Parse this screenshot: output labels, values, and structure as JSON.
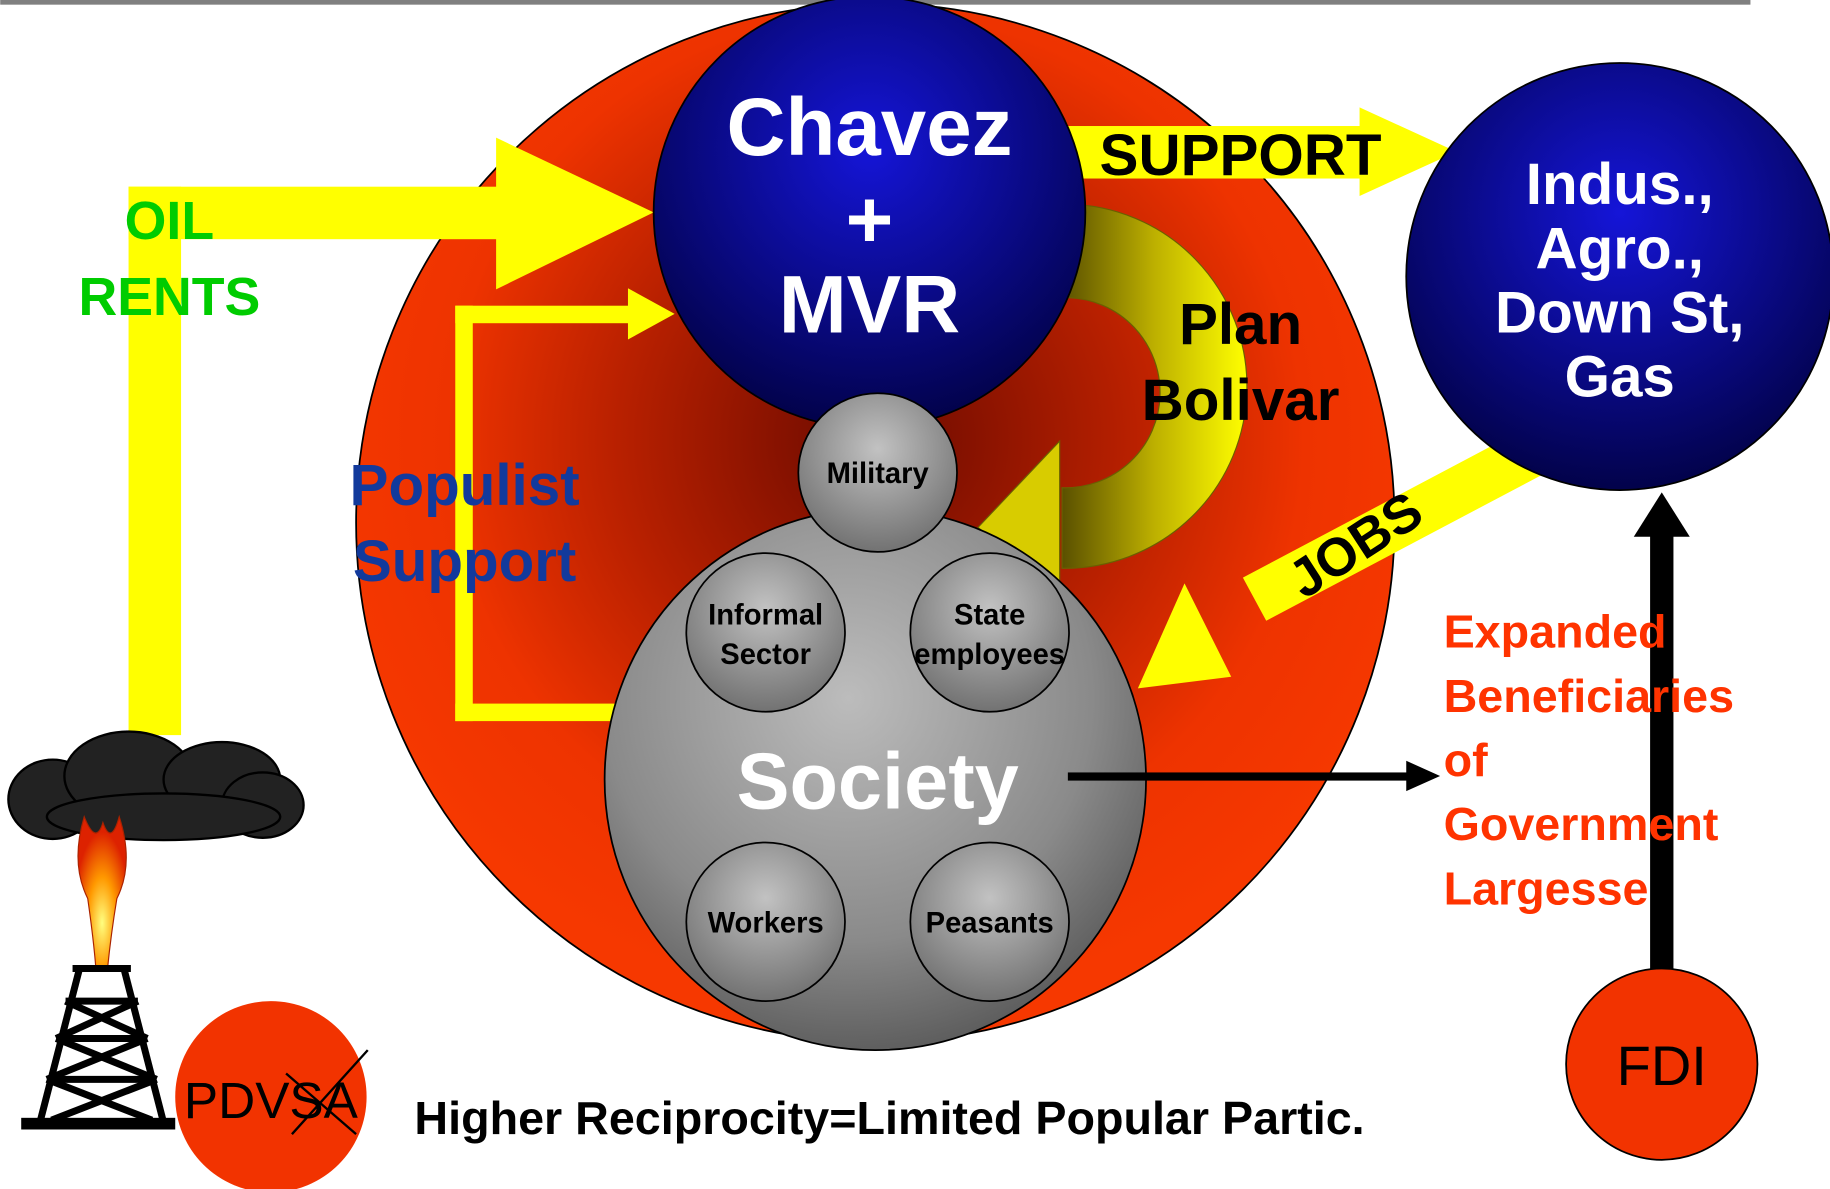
{
  "center": {
    "line1": "Chavez",
    "line2": "+",
    "line3": "MVR"
  },
  "right_circle": {
    "line1": "Indus.,",
    "line2": "Agro.,",
    "line3": "Down St,",
    "line4": "Gas"
  },
  "labels": {
    "oil": "OIL",
    "rents": "RENTS",
    "support": "SUPPORT",
    "plan": "Plan",
    "bolivar": "Bolivar",
    "populist": "Populist",
    "populist_support": "Support",
    "jobs": "JOBS"
  },
  "society": {
    "title": "Society",
    "military": "Military",
    "informal_1": "Informal",
    "informal_2": "Sector",
    "state_1": "State",
    "state_2": "employees",
    "workers": "Workers",
    "peasants": "Peasants"
  },
  "expanded": {
    "line1": "Expanded",
    "line2": "Beneficiaries",
    "line3": "of",
    "line4": "Government",
    "line5": "Largesse"
  },
  "pdvsa": "PDVSA",
  "fdi": "FDI",
  "footer": "Higher Reciprocity=Limited Popular Partic.",
  "colors": {
    "yellow": "#ffff00",
    "green_text": "#00cc00",
    "blue_text": "#123a9c",
    "red_text": "#ff3300",
    "big_circle": "#f03000",
    "blue_circle": "#0a0aa8",
    "gray": "#8a8a8a"
  }
}
